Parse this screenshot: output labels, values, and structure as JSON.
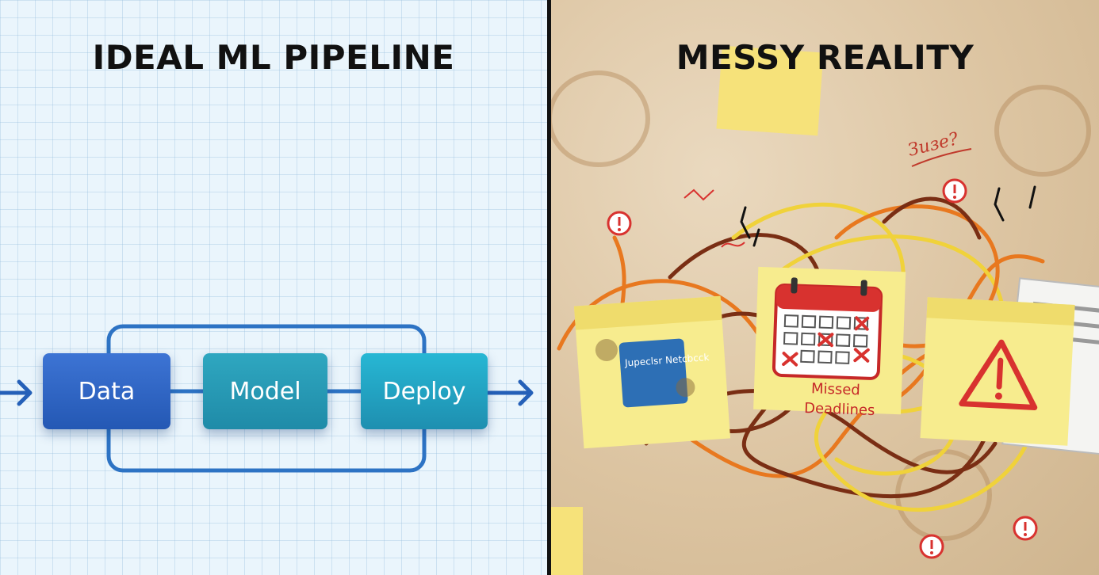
{
  "left": {
    "title": "IDEAL ML PIPELINE",
    "stages": [
      {
        "label": "Data"
      },
      {
        "label": "Model"
      },
      {
        "label": "Deploy"
      }
    ]
  },
  "right": {
    "title": "MESSY REALITY",
    "scribble": "Зизе?",
    "notebook_label": "Jupeclsr Netcbcck",
    "missed_label": "Missed",
    "deadlines_label": "Deadlines"
  },
  "colors": {
    "left_bg": "#eaf5fc",
    "stage_blue": "#2458b4",
    "stage_teal": "#1f8ba8",
    "frame": "#2d73c4",
    "paper": "#dcc4a1",
    "sticky": "#f7ec8e",
    "alert_red": "#d8322f"
  },
  "icons": [
    "arrow-right-icon",
    "calendar-icon",
    "warning-triangle-icon",
    "exclamation-circle-icon",
    "notebook-icon"
  ]
}
